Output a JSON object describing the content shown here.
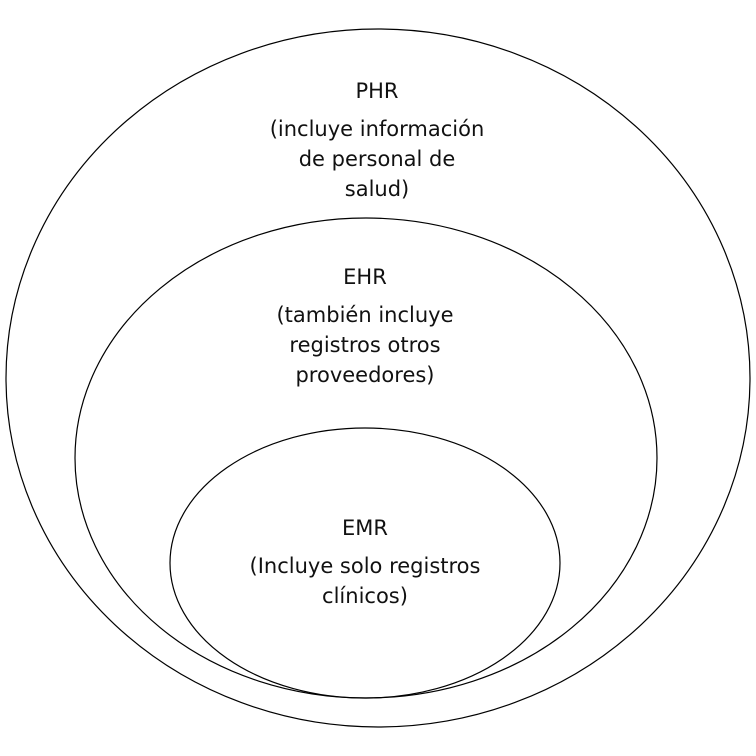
{
  "diagram": {
    "phr": {
      "title": "PHR",
      "line1": "(incluye información",
      "line2": "de personal de",
      "line3": "salud)"
    },
    "ehr": {
      "title": "EHR",
      "line1": "(también incluye",
      "line2": "registros otros",
      "line3": "proveedores)"
    },
    "emr": {
      "title": "EMR",
      "line1": "(Incluye solo registros",
      "line2": "clínicos)"
    },
    "colors": {
      "stroke": "#000000",
      "text": "#111111",
      "background": "#ffffff"
    }
  }
}
